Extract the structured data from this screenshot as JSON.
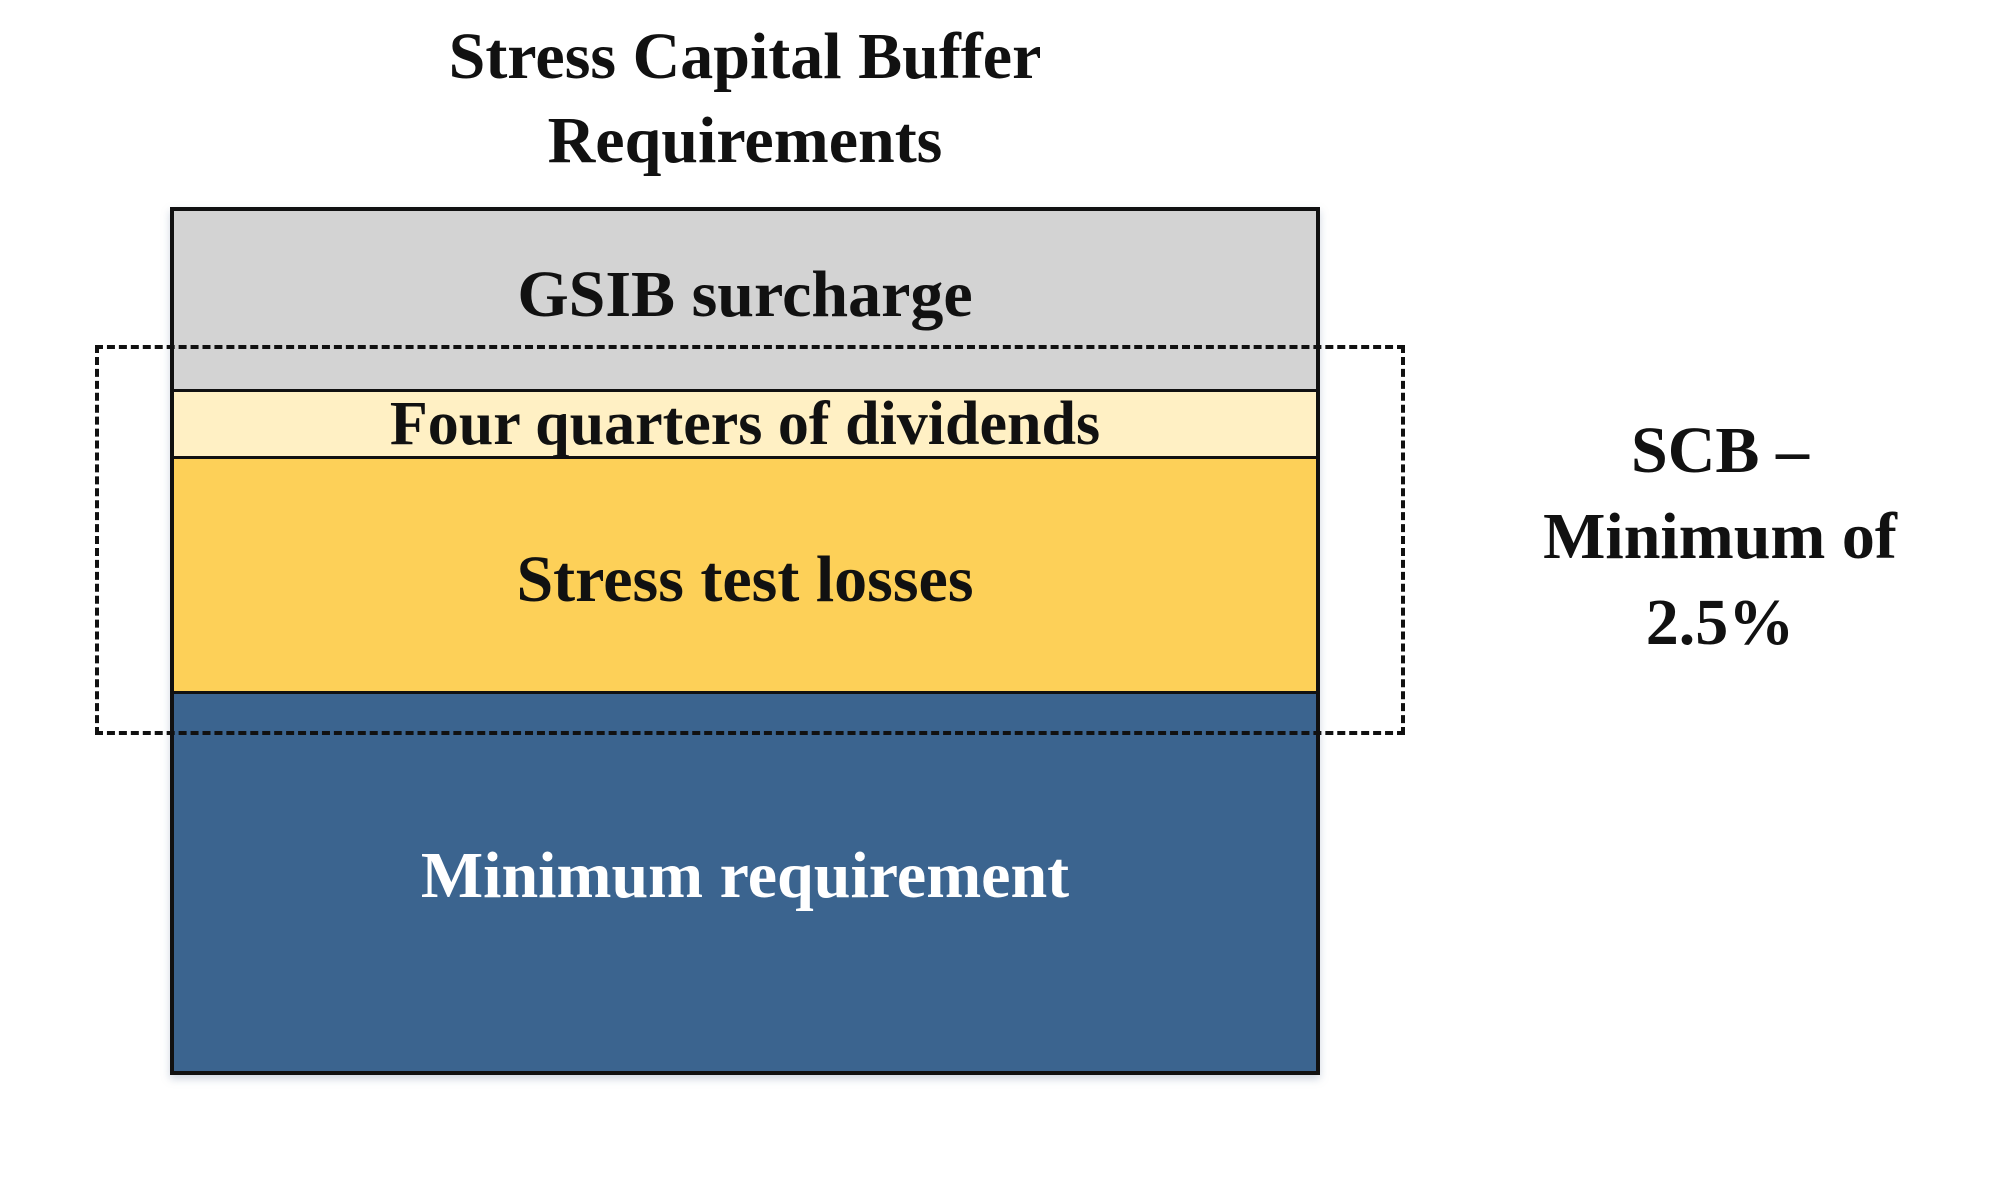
{
  "title": {
    "line1": "Stress Capital Buffer",
    "line2": "Requirements"
  },
  "layers": {
    "gsib": {
      "label": "GSIB surcharge",
      "color": "#d3d3d3"
    },
    "dividends": {
      "label": "Four quarters of dividends",
      "color": "#fff0c4"
    },
    "stress_losses": {
      "label": "Stress test losses",
      "color": "#fdd058"
    },
    "minimum": {
      "label": "Minimum requirement",
      "color": "#3b648f"
    }
  },
  "scb": {
    "line1": "SCB –",
    "line2": "Minimum of",
    "line3": "2.5%"
  }
}
